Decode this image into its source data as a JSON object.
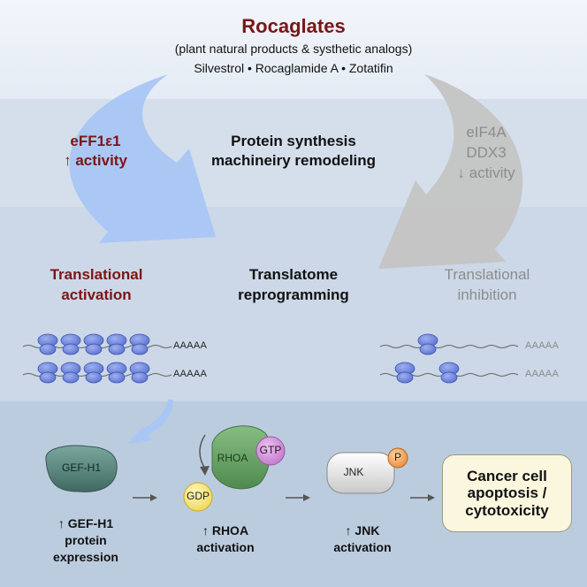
{
  "title": "Rocaglates",
  "subtitle": "(plant natural products & systhetic analogs)",
  "compounds": "Silvestrol • Rocaglamide A • Zotatifin",
  "left_factor": {
    "line1": "eFF1ε1",
    "line2": "↑ activity"
  },
  "center_top": {
    "line1": "Protein synthesis",
    "line2": "machineiry remodeling"
  },
  "right_factor": {
    "line1": "eIF4A",
    "line2": "DDX3",
    "line3": "↓ activity"
  },
  "left_outcome": {
    "line1": "Translational",
    "line2": "activation"
  },
  "center_mid": {
    "line1": "Translatome",
    "line2": "reprogramming"
  },
  "right_outcome": {
    "line1": "Translational",
    "line2": "inhibition"
  },
  "poly_a": "AAAAA",
  "proteins": {
    "gef": "GEF-H1",
    "rhoa": "RHOA",
    "gtp": "GTP",
    "gdp": "GDP",
    "jnk": "JNK",
    "phospho": "P"
  },
  "steps": {
    "gef": {
      "line1": "↑ GEF-H1",
      "line2": "protein",
      "line3": "expression"
    },
    "rhoa": {
      "line1": "↑ RHOA",
      "line2": "activation"
    },
    "jnk": {
      "line1": "↑ JNK",
      "line2": "activation"
    }
  },
  "outcome": "Cancer cell\napoptosis /\ncytotoxicity",
  "colors": {
    "accent_red": "#7a1616",
    "inhibition_gray": "#8c8c8c",
    "blue_arrow": "#a9c6f5",
    "gray_arrow": "#c4c4c4",
    "ribosome": "#6f86dc",
    "gef_protein": "#4f7d74",
    "rhoa_protein": "#5e9a5e",
    "gtp": "#cf8ad8",
    "gdp": "#f4e27a",
    "jnk_protein": "#eeeeee",
    "phospho": "#f0a860",
    "outcome_box": "#fbf7df"
  }
}
